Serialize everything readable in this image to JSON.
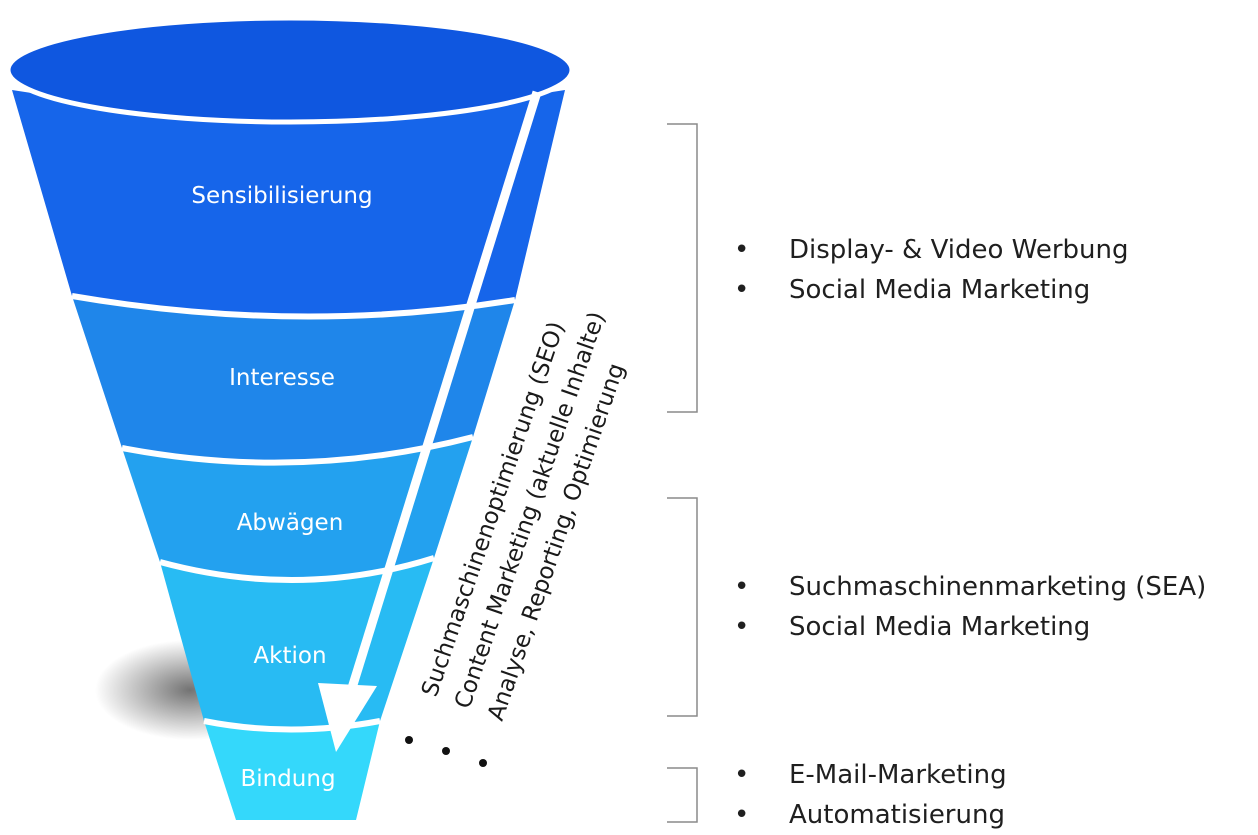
{
  "funnel": {
    "stages": [
      {
        "label": "Sensibilisierung"
      },
      {
        "label": "Interesse"
      },
      {
        "label": "Abwägen"
      },
      {
        "label": "Aktion"
      },
      {
        "label": "Bindung"
      }
    ],
    "colors": {
      "rim": "#0f57e0",
      "stage1": "#1665ea",
      "stage2": "#1f86ea",
      "stage3": "#23a1ef",
      "stage4": "#28bbf3",
      "stage5": "#34d8fb"
    }
  },
  "arrow_text": [
    "Suchmaschinenoptimierung (SEO)",
    "Content Marketing (aktuelle Inhalte)",
    "Analyse, Reporting, Optimierung"
  ],
  "channel_groups": [
    {
      "items": [
        "Display- & Video Werbung",
        "Social Media Marketing"
      ]
    },
    {
      "items": [
        "Suchmaschinenmarketing (SEA)",
        "Social Media Marketing"
      ]
    },
    {
      "items": [
        "E-Mail-Marketing",
        "Automatisierung"
      ]
    }
  ],
  "bullet_symbol": "•"
}
